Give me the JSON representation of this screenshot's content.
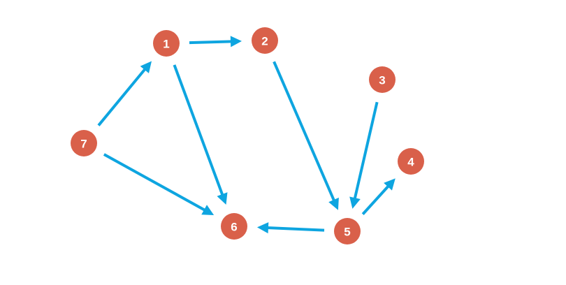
{
  "colors": {
    "node_fill": "#d9604a",
    "node_text": "#ffffff",
    "edge": "#0ea5e0",
    "background": "#ffffff"
  },
  "nodes": [
    {
      "id": "1",
      "label": "1"
    },
    {
      "id": "2",
      "label": "2"
    },
    {
      "id": "3",
      "label": "3"
    },
    {
      "id": "4",
      "label": "4"
    },
    {
      "id": "5",
      "label": "5"
    },
    {
      "id": "6",
      "label": "6"
    },
    {
      "id": "7",
      "label": "7"
    }
  ],
  "edges": [
    {
      "from": "1",
      "to": "2"
    },
    {
      "from": "7",
      "to": "1"
    },
    {
      "from": "1",
      "to": "6"
    },
    {
      "from": "7",
      "to": "6"
    },
    {
      "from": "2",
      "to": "5"
    },
    {
      "from": "3",
      "to": "5"
    },
    {
      "from": "5",
      "to": "6"
    },
    {
      "from": "5",
      "to": "4"
    }
  ]
}
